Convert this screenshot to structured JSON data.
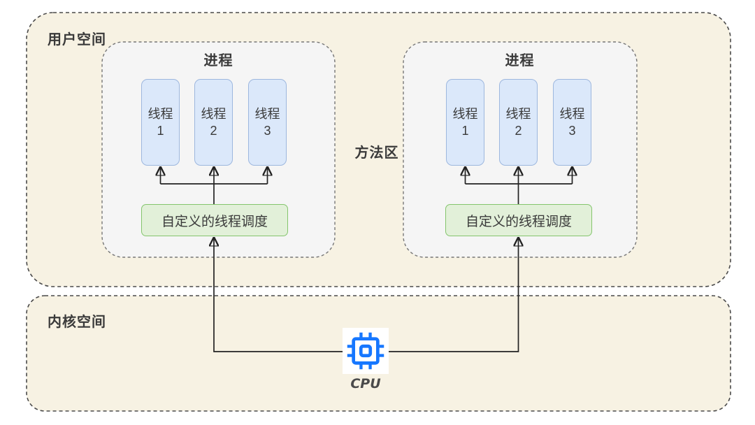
{
  "colors": {
    "space_fill": "#f7f2e3",
    "space_border": "#4a4a4a",
    "process_fill": "#f5f5f5",
    "process_border": "#767676",
    "thread_fill": "#dbe8fa",
    "thread_border": "#9db7de",
    "scheduler_fill": "#e2f0d9",
    "scheduler_border": "#84c56d",
    "cpu_icon": "#1677ff",
    "line": "#222222",
    "text": "#3a3a3a"
  },
  "user_space": {
    "label": "用户空间",
    "method_area_label": "方法区",
    "processes": [
      {
        "label": "进程",
        "threads": [
          {
            "line1": "线程",
            "line2": "1"
          },
          {
            "line1": "线程",
            "line2": "2"
          },
          {
            "line1": "线程",
            "line2": "3"
          }
        ],
        "scheduler_label": "自定义的线程调度"
      },
      {
        "label": "进程",
        "threads": [
          {
            "line1": "线程",
            "line2": "1"
          },
          {
            "line1": "线程",
            "line2": "2"
          },
          {
            "line1": "线程",
            "line2": "3"
          }
        ],
        "scheduler_label": "自定义的线程调度"
      }
    ]
  },
  "kernel_space": {
    "label": "内核空间",
    "cpu_label": "CPU"
  }
}
